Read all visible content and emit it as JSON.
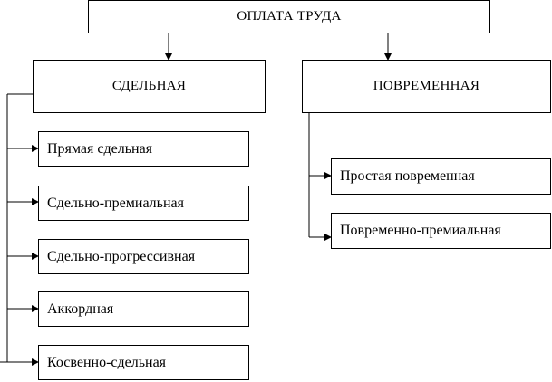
{
  "root": {
    "label": "ОПЛАТА ТРУДА"
  },
  "branches": [
    {
      "label": "СДЕЛЬНАЯ",
      "items": [
        "Прямая сдельная",
        "Сдельно-премиальная",
        "Сдельно-прогрессивная",
        "Аккордная",
        "Косвенно-сдельная"
      ]
    },
    {
      "label": "ПОВРЕМЕННАЯ",
      "items": [
        "Простая повременная",
        "Повременно-премиальная"
      ]
    }
  ]
}
